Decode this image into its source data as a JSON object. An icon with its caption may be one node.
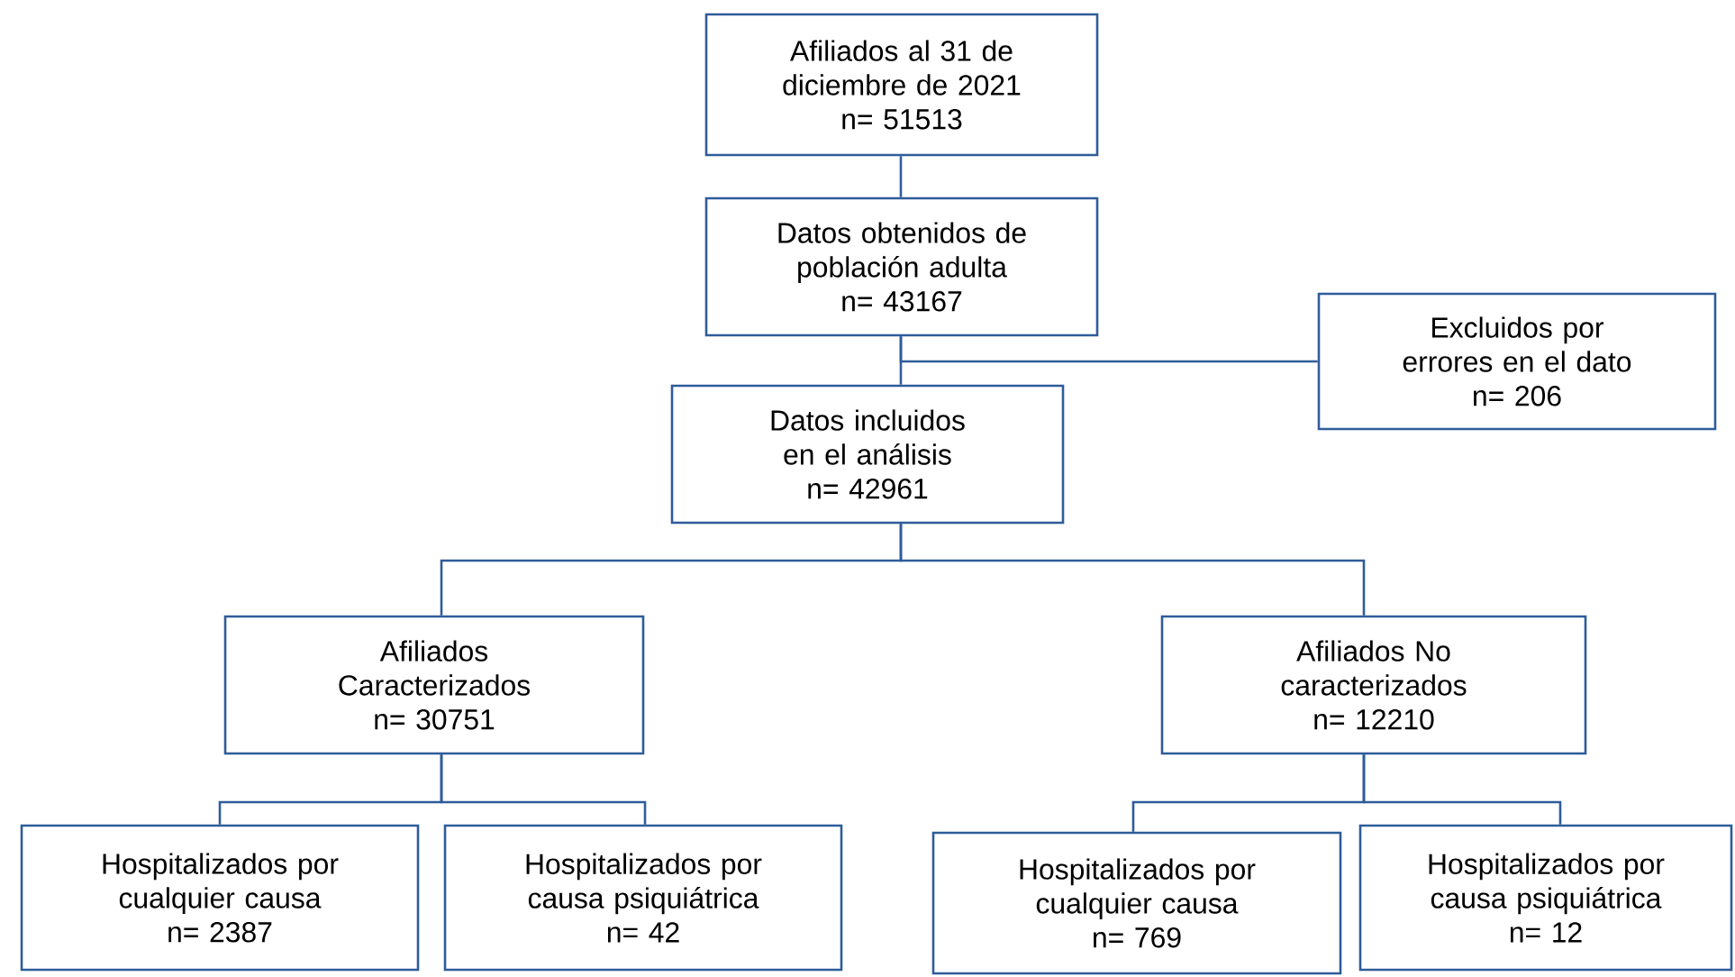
{
  "diagram": {
    "nodes": [
      {
        "text": [
          "Afiliados al 31 de diciembre de 2021",
          "n= 51513"
        ]
      },
      {
        "text": [
          "Datos obtenidos de población adulta",
          "n= 43167"
        ]
      },
      {
        "text": [
          "Excluidos por errores en el dato",
          "n= 206"
        ]
      },
      {
        "text": [
          "Datos incluidos en el análisis",
          "n= 42961"
        ]
      },
      {
        "text": [
          "Afiliados Caracterizados",
          "n= 30751"
        ]
      },
      {
        "text": [
          "Afiliados No caracterizados",
          "n= 12210"
        ]
      },
      {
        "text": [
          "Hospitalizados por cualquier causa",
          "n= 2387"
        ]
      },
      {
        "text": [
          "Hospitalizados por causa psiquiátrica",
          "n= 42"
        ]
      },
      {
        "text": [
          "Hospitalizados por cualquier causa",
          "n= 769"
        ]
      },
      {
        "text": [
          "Hospitalizados por causa psiquiátrica",
          "n= 12"
        ]
      }
    ],
    "edges": [
      {
        "from": 0,
        "to": 1,
        "arrow": "none"
      },
      {
        "from": 1,
        "to": 2,
        "arrow": "none"
      },
      {
        "from": 1,
        "to": 3,
        "arrow": "none"
      },
      {
        "from": 3,
        "to": 4,
        "arrow": "none"
      },
      {
        "from": 3,
        "to": 5,
        "arrow": "none"
      },
      {
        "from": 4,
        "to": 6,
        "arrow": "none"
      },
      {
        "from": 4,
        "to": 7,
        "arrow": "none"
      },
      {
        "from": 5,
        "to": 8,
        "arrow": "none"
      },
      {
        "from": 5,
        "to": 9,
        "arrow": "none"
      }
    ]
  }
}
